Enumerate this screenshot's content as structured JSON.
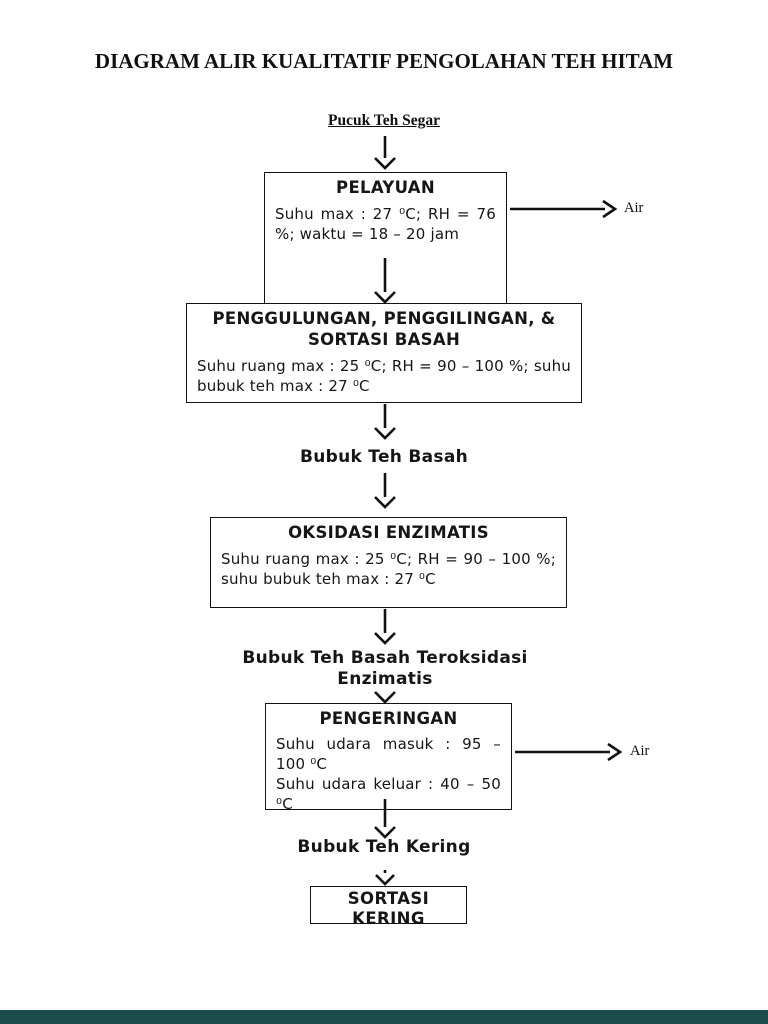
{
  "page": {
    "title": "DIAGRAM ALIR KUALITATIF PENGOLAHAN TEH HITAM",
    "background": "#ffffff",
    "ink": "#111111",
    "edge_bar_color": "#1d4c4c"
  },
  "flow": {
    "source": "Pucuk Teh Segar",
    "pelayuan": {
      "title": "PELAYUAN",
      "body": "Suhu max : 27 ⁰C; RH = 76 %; waktu = 18 – 20 jam"
    },
    "air_out_1": "Air",
    "penggulungan": {
      "title": "PENGGULUNGAN, PENGGILINGAN, & SORTASI BASAH",
      "body": "Suhu ruang max : 25 ⁰C; RH = 90 – 100 %; suhu bubuk teh max : 27 ⁰C"
    },
    "bubuk_teh_basah": "Bubuk Teh Basah",
    "oksidasi": {
      "title": "OKSIDASI ENZIMATIS",
      "body": "Suhu ruang max : 25 ⁰C; RH = 90 – 100 %; suhu bubuk teh max : 27 ⁰C"
    },
    "bubuk_teroksidasi": "Bubuk Teh Basah Teroksidasi Enzimatis",
    "pengeringan": {
      "title": "PENGERINGAN",
      "body1": "Suhu udara masuk : 95 – 100 ⁰C",
      "body2": "Suhu udara keluar : 40 – 50 ⁰C"
    },
    "air_out_2": "Air",
    "bubuk_teh_kering": "Bubuk Teh Kering",
    "sortasi_kering": {
      "line1": "SORTASI",
      "line2": "KERING"
    }
  }
}
